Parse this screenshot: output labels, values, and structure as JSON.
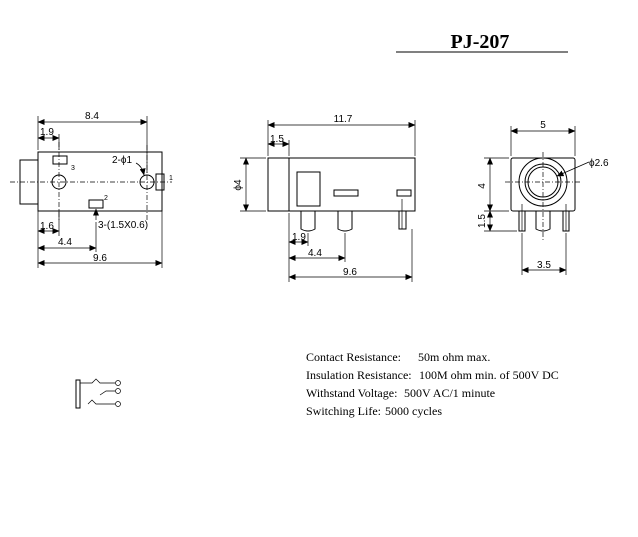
{
  "title": "PJ-207",
  "front_view": {
    "dims": {
      "overall_top": "8.4",
      "left_offset": "1.9",
      "bottom_left": "1.6",
      "mid": "4.4",
      "overall_bottom": "9.6"
    },
    "labels": {
      "hole": "2-ϕ1",
      "pads": "3-(1.5X0.6)",
      "pin3": "3",
      "pin2": "2",
      "pin1": "1"
    }
  },
  "side_view": {
    "dims": {
      "length": "11.7",
      "front": "1.5",
      "height": "ϕ4",
      "pin1": "1.9",
      "pin2": "4.4",
      "pin3": "9.6"
    }
  },
  "end_view": {
    "dims": {
      "width": "5",
      "diameter": "ϕ2.6",
      "height": "4",
      "pin_height": "1.5",
      "pin_span": "3.5"
    }
  },
  "specs": [
    {
      "label": "Contact Resistance:",
      "value": "50m ohm max."
    },
    {
      "label": "Insulation Resistance:",
      "value": "100M ohm min. of 500V DC"
    },
    {
      "label": "Withstand Voltage:",
      "value": "500V AC/1 minute"
    },
    {
      "label": "Switching Life:",
      "value": "5000 cycles"
    }
  ]
}
